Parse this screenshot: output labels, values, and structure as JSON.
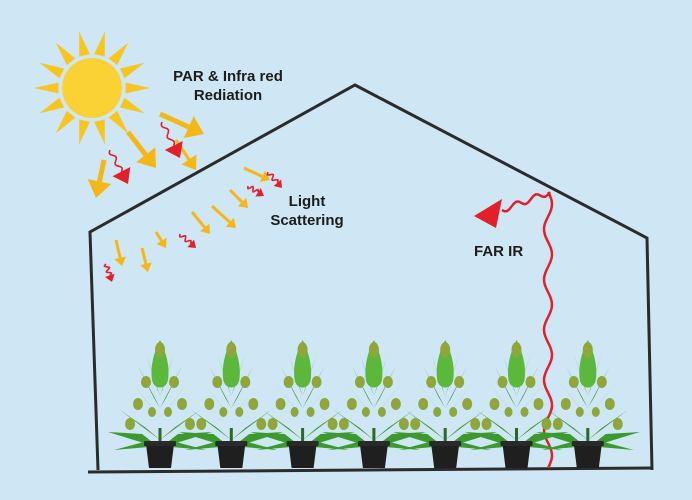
{
  "labels": {
    "par_line1": "PAR & Infra red",
    "par_line2": "Rediation",
    "scatter_line1": "Light",
    "scatter_line2": "Scattering",
    "far_ir": "FAR IR"
  },
  "plants": {
    "count": 7
  },
  "icons": {
    "sun": "sun-icon",
    "greenhouse": "greenhouse-outline",
    "plant": "cannabis-plant-icon",
    "pot": "plant-pot-icon",
    "par_arrow": "yellow-arrow-icon",
    "ir_arrow": "red-wavy-arrow-icon"
  },
  "colors": {
    "sky": "#cfe6f4",
    "sun": "#f7c51e",
    "sun_core": "#fbd233",
    "par_arrow": "#f5b716",
    "ir_arrow": "#e3202a",
    "greenhouse": "#2b2b2b",
    "leaf_dark": "#2f8a2a",
    "leaf_light": "#5cb83a",
    "pot": "#1f1f1f"
  }
}
